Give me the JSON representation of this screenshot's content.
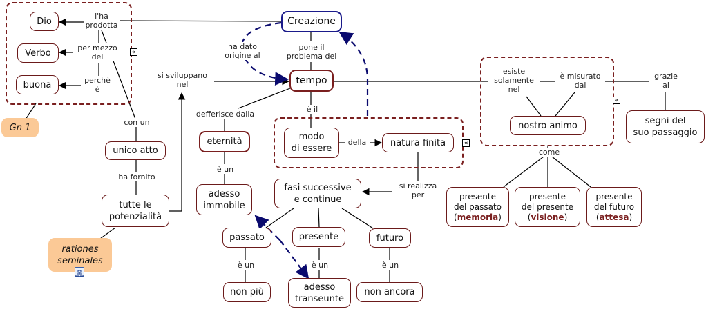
{
  "colors": {
    "node_border": "#6b1a1a",
    "group_border": "#7a1f1f",
    "focus_border": "#1a1a8a",
    "resource_fill": "#fbc996",
    "emphasis_text": "#7a1f1f"
  },
  "nodes": {
    "creazione": "Creazione",
    "tempo": "tempo",
    "dio": "Dio",
    "verbo": "Verbo",
    "buona": "buona",
    "gn1": "Gn 1",
    "unico_atto": "unico atto",
    "tutte_potenzialita": "tutte le\npotenzialità",
    "rationes": "rationes\nseminales",
    "eternita": "eternità",
    "adesso_immobile": "adesso\nimmobile",
    "modo_essere": "modo\ndi essere",
    "natura_finita": "natura finita",
    "fasi": "fasi successive\ne continue",
    "passato": "passato",
    "presente": "presente",
    "futuro": "futuro",
    "non_piu": "non più",
    "adesso_transeunte": "adesso\ntranseunte",
    "non_ancora": "non ancora",
    "nostro_animo": "nostro animo",
    "segni": "segni del\nsuo passaggio",
    "pres_passato": {
      "line1": "presente",
      "line2": "del passato",
      "open": "(",
      "bold": "memoria",
      "close": ")"
    },
    "pres_presente": {
      "line1": "presente",
      "line2": "del presente",
      "open": "(",
      "bold": "visione",
      "close": ")"
    },
    "pres_futuro": {
      "line1": "presente",
      "line2": "del futuro",
      "open": "(",
      "bold": "attesa",
      "close": ")"
    }
  },
  "links": {
    "lha_prodotta": "l'ha\nprodotta",
    "per_mezzo_del": "per mezzo\ndel",
    "perche_e": "perchè\nè",
    "con_un": "con un",
    "ha_fornito": "ha fornito",
    "si_sviluppano_nel": "si sviluppano\nnel",
    "ha_dato_origine_al": "ha dato\norigine al",
    "pone_il_problema_del": "pone il\nproblema del",
    "defferisce_dalla": "defferisce dalla",
    "e_il": "è il",
    "e_un_eternita": "è un",
    "della": "della",
    "si_realizza_per": "si realizza\nper",
    "e_un_passato": "è un",
    "e_un_presente": "è un",
    "e_un_futuro": "è un",
    "esiste_solamente_nel": "esiste\nsolamente\nnel",
    "e_misurato_dal": "è misurato\ndal",
    "grazie_ai": "grazie\nai",
    "come": "come"
  },
  "icons": {
    "collapse_glyph": "«"
  }
}
